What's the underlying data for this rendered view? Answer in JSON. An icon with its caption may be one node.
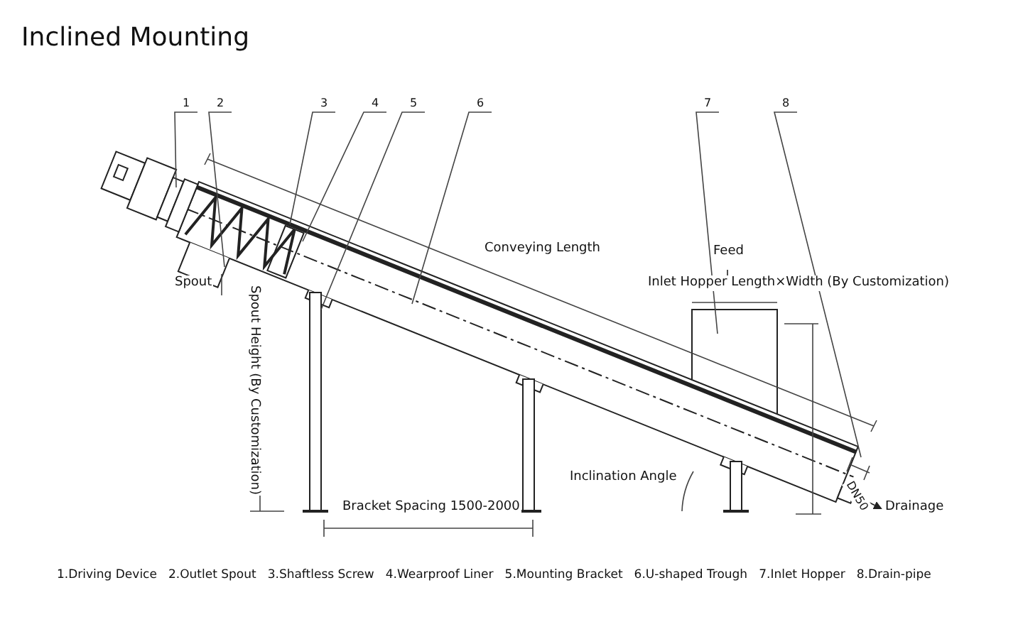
{
  "diagram": {
    "title": "Inclined Mounting",
    "nodes": [
      {
        "text": [
          "1"
        ]
      },
      {
        "text": [
          "2"
        ]
      },
      {
        "text": [
          "3"
        ]
      },
      {
        "text": [
          "4"
        ]
      },
      {
        "text": [
          "5"
        ]
      },
      {
        "text": [
          "6"
        ]
      },
      {
        "text": [
          "7"
        ]
      },
      {
        "text": [
          "8"
        ]
      }
    ],
    "edges": [
      {
        "from": 0,
        "to": null,
        "arrow": "none"
      },
      {
        "from": 1,
        "to": null,
        "arrow": "none"
      },
      {
        "from": 2,
        "to": null,
        "arrow": "none"
      },
      {
        "from": 3,
        "to": null,
        "arrow": "none"
      },
      {
        "from": 4,
        "to": null,
        "arrow": "none"
      },
      {
        "from": 5,
        "to": null,
        "arrow": "none"
      },
      {
        "from": 6,
        "to": null,
        "arrow": "none"
      },
      {
        "from": 7,
        "to": null,
        "arrow": "none"
      }
    ],
    "labels": [
      "Conveying Length",
      "Feed",
      "Spout",
      "Inlet Hopper Length×Width (By Customization)",
      "Spout Height (By Customization)",
      "Inclination Angle",
      "Bracket Spacing 1500-2000",
      "DN50",
      "Drainage",
      "1.Driving Device",
      "2.Outlet Spout",
      "3.Shaftless Screw",
      "4.Wearproof Liner",
      "5.Mounting Bracket",
      "6.U-shaped Trough",
      "7.Inlet Hopper",
      "8.Drain-pipe"
    ]
  }
}
